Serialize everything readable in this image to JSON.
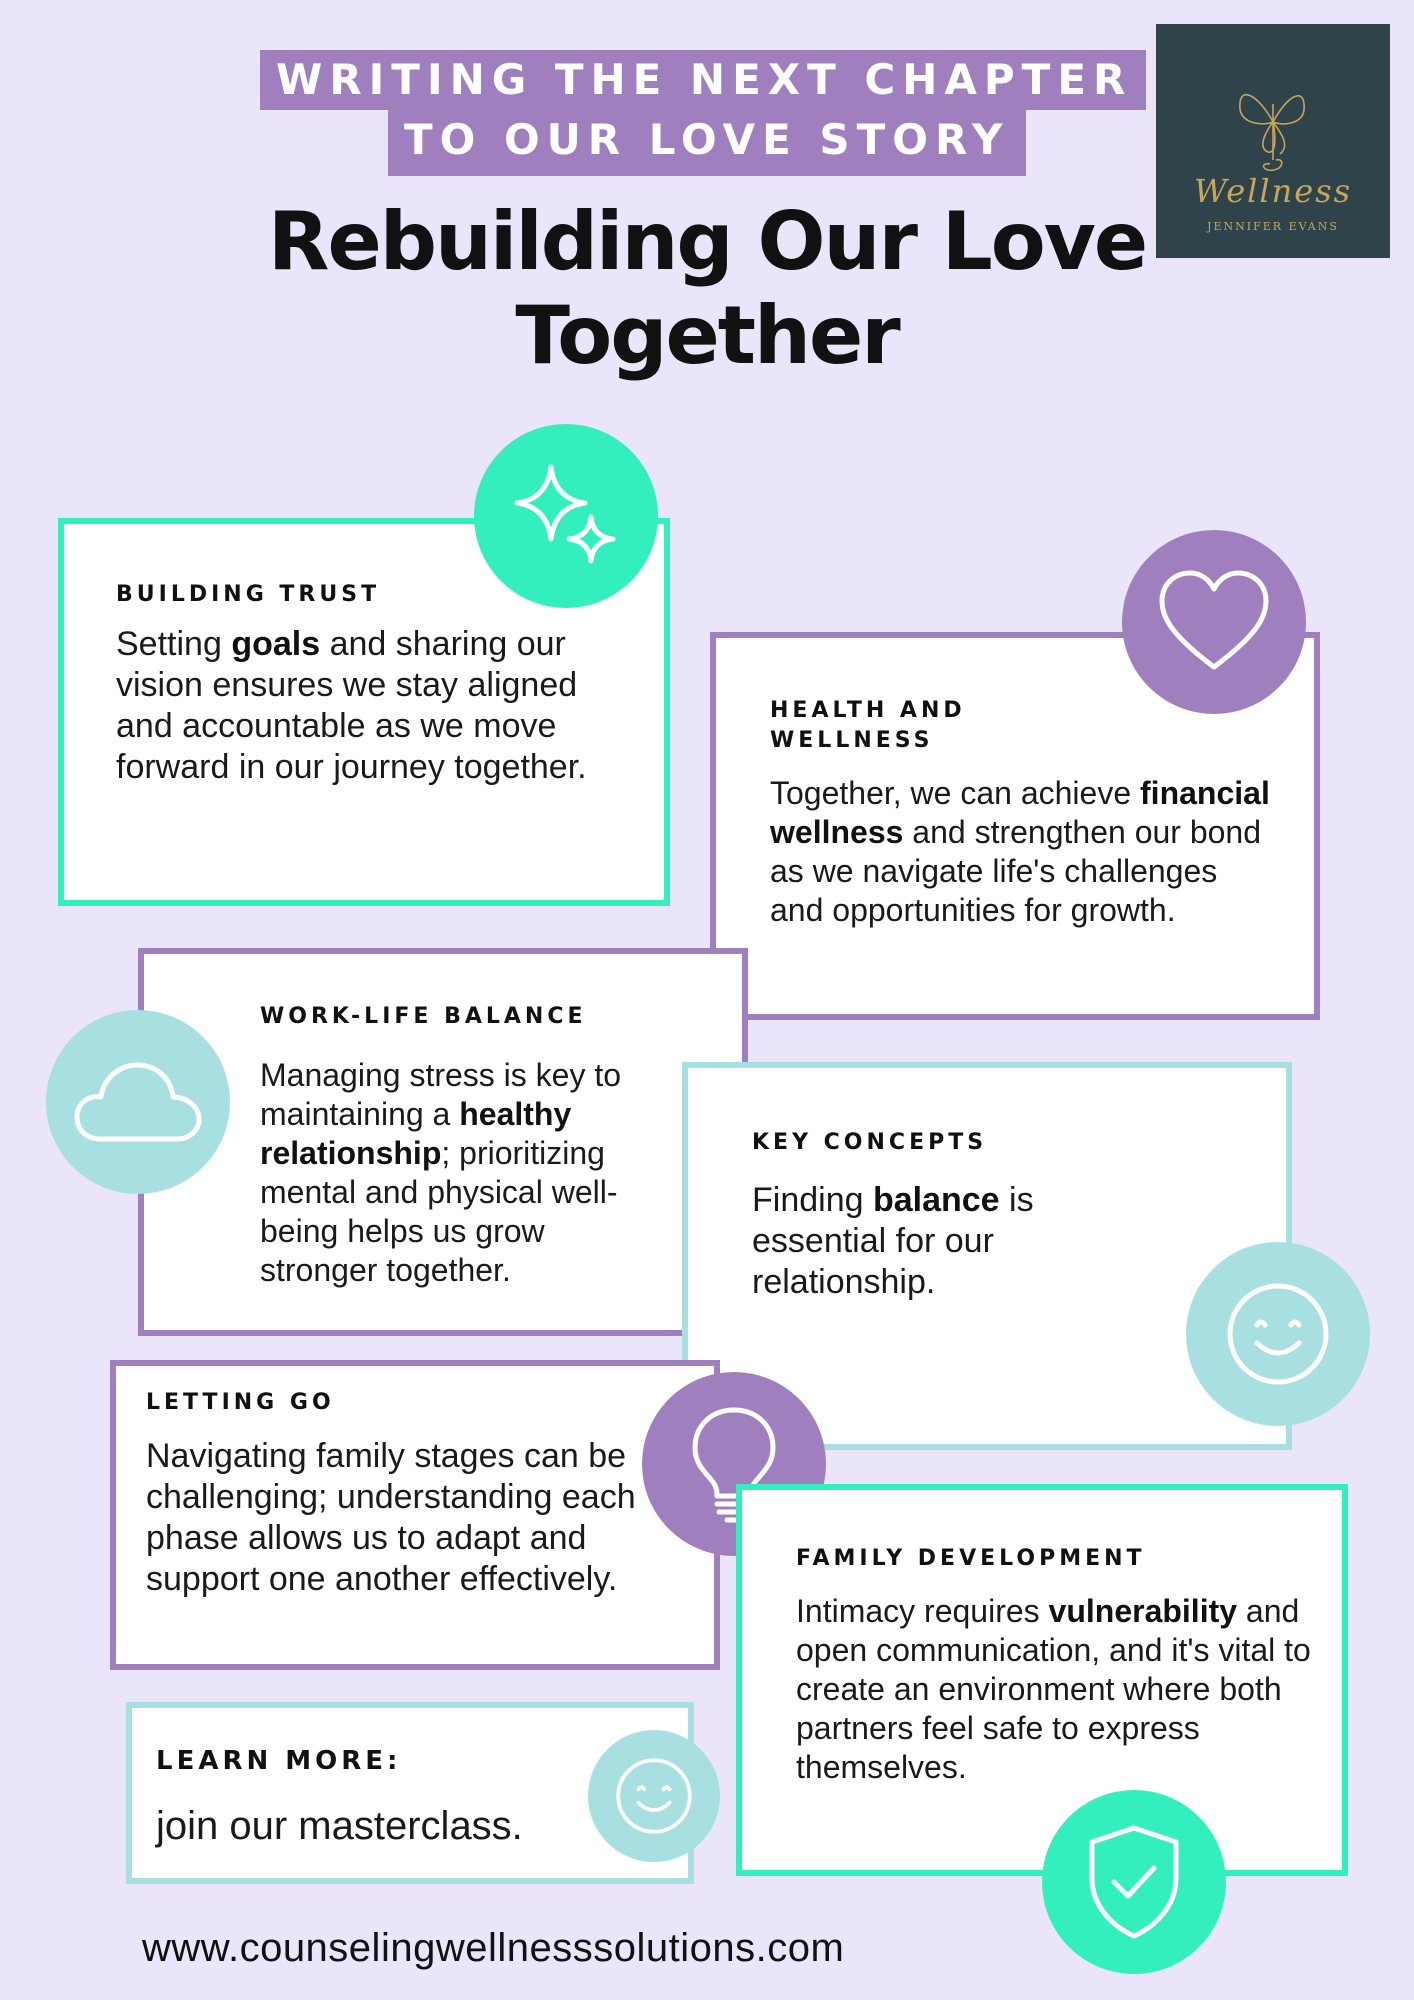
{
  "header": {
    "banner_line1": "WRITING THE NEXT CHAPTER",
    "banner_line2": "TO OUR LOVE STORY",
    "title_line1": "Rebuilding Our Love",
    "title_line2": "Together"
  },
  "logo": {
    "script_text": "Wellness",
    "subtitle": "JENNIFER EVANS",
    "icon": "butterfly-icon"
  },
  "cards": {
    "building_trust": {
      "heading": "BUILDING TRUST",
      "pre": "Setting ",
      "bold": "goals",
      "post": " and sharing our vision ensures we stay aligned and accountable as we move forward in our journey together.",
      "icon": "sparkle-icon"
    },
    "health_wellness": {
      "heading_line1": "HEALTH AND",
      "heading_line2": "WELLNESS",
      "pre": "Together, we can achieve ",
      "bold": "financial wellness",
      "post": " and strengthen our bond as we navigate life's challenges and opportunities for growth.",
      "icon": "heart-icon"
    },
    "work_life": {
      "heading": "WORK-LIFE BALANCE",
      "pre": "Managing stress is key to maintaining a ",
      "bold": "healthy relationship",
      "post": "; prioritizing mental and physical well-being helps us grow stronger together.",
      "icon": "cloud-icon"
    },
    "key_concepts": {
      "heading": "KEY CONCEPTS",
      "pre": "Finding ",
      "bold": "balance",
      "post": " is essential for our relationship.",
      "icon": "smiley-icon"
    },
    "letting_go": {
      "heading": "LETTING GO",
      "body": "Navigating family stages can be challenging; understanding each phase allows us to adapt and support one another effectively.",
      "icon": "lightbulb-icon"
    },
    "family_development": {
      "heading": "FAMILY DEVELOPMENT",
      "pre": "Intimacy requires ",
      "bold": "vulnerability",
      "post": " and open communication, and it's vital to create an environment where both partners feel safe to express themselves.",
      "icon": "shield-check-icon"
    },
    "learn_more": {
      "heading": "LEARN MORE:",
      "body": "join our masterclass.",
      "icon": "smiley-icon"
    }
  },
  "footer": {
    "website": "www.counselingwellnesssolutions.com"
  },
  "colors": {
    "background": "#ebe5fb",
    "purple": "#a07fbf",
    "green": "#33eebd",
    "teal": "#a8dfe0",
    "logo_bg": "#2e434a",
    "logo_gold": "#c9a55a"
  }
}
